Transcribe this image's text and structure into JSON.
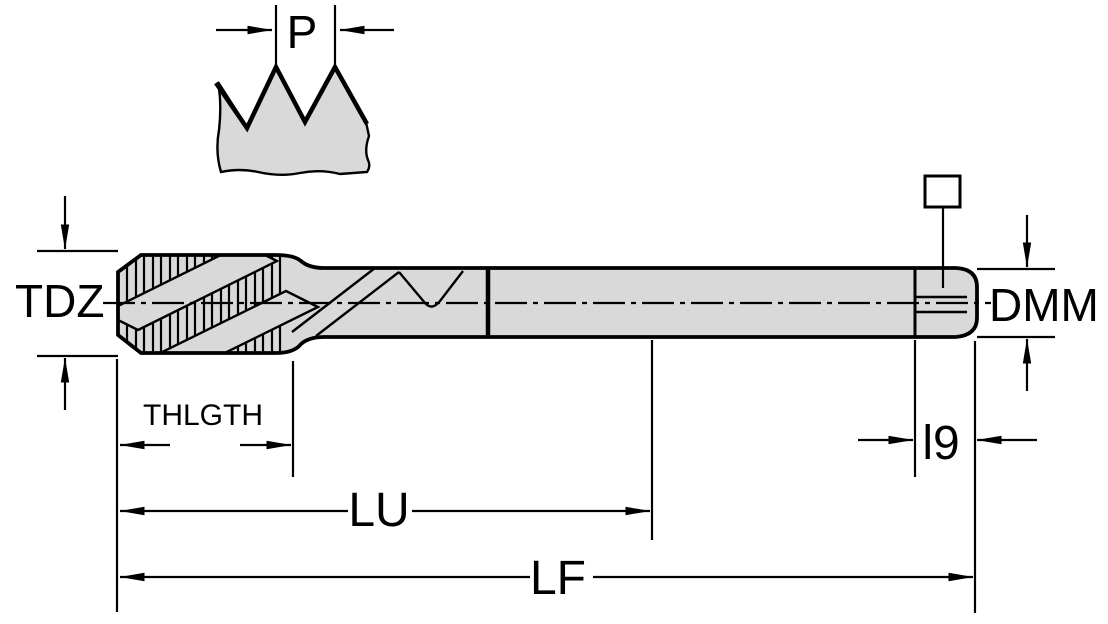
{
  "drawing": {
    "type": "technical-dimension-diagram",
    "labels": {
      "pitch": "P",
      "thread_diameter": "TDZ",
      "shank_diameter": "DMM",
      "thread_length": "THLGTH",
      "usable_length": "LU",
      "overall_length": "LF",
      "square_length": "l9"
    },
    "icons": {
      "square_drive": "square-drive-symbol"
    },
    "colors": {
      "body_fill": "#d9d9d9",
      "line": "#000000",
      "background": "#ffffff"
    }
  }
}
